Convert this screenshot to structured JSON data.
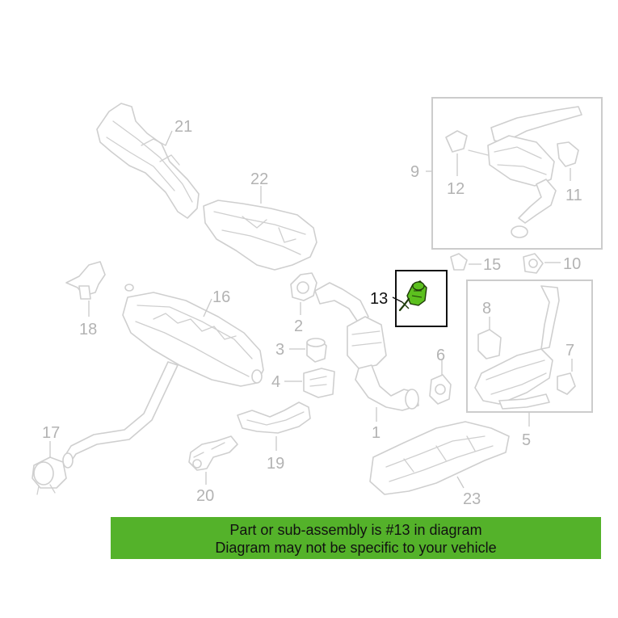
{
  "diagram": {
    "highlighted_part": "13",
    "highlight_color": "#5cc01e",
    "callouts": [
      "1",
      "2",
      "3",
      "4",
      "5",
      "6",
      "7",
      "8",
      "9",
      "10",
      "11",
      "12",
      "13",
      "15",
      "16",
      "17",
      "18",
      "19",
      "20",
      "21",
      "22",
      "23"
    ]
  },
  "banner": {
    "line1": "Part or sub-assembly is #13 in diagram",
    "line2": "Diagram may not be specific to your vehicle",
    "background": "#54b22a"
  }
}
